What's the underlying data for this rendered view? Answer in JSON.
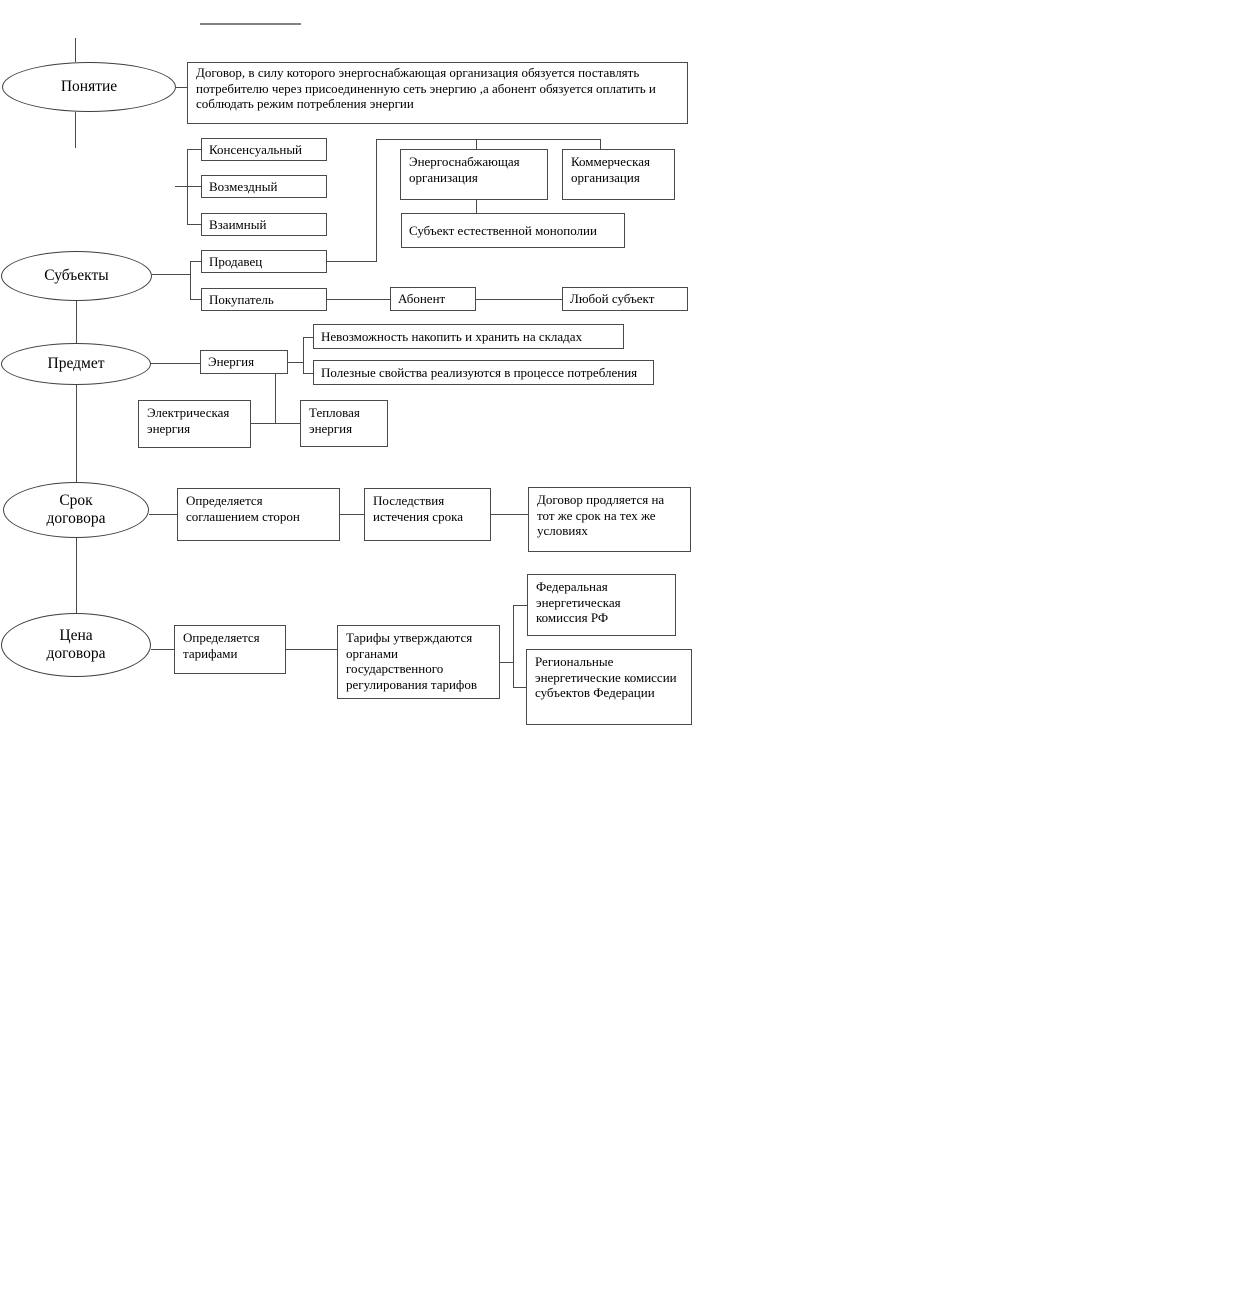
{
  "colors": {
    "background": "#ffffff",
    "line": "#4a4a4a",
    "top_rule": "#828282",
    "text": "#000000"
  },
  "nodes": {
    "concept": "Понятие",
    "definition": "Договор, в силу которого энергоснабжающая организация обязуется поставлять потребителю через присоединенную сеть энергию ,а абонент обязуется оплатить и соблюдать режим потребления энергии",
    "consensual": "Консенсуальный",
    "compensated": "Возмездный",
    "mutual": "Взаимный",
    "seller": "Продавец",
    "buyer": "Покупатель",
    "energy_supplying_org": "Энергоснабжающая организация",
    "commercial_org": "Коммерческая организация",
    "natural_monopoly": "Субъект естественной монополии",
    "subscriber": "Абонент",
    "any_subject": "Любой субъект",
    "subjects": "Субъекты",
    "subject_matter": "Предмет",
    "energy": "Энергия",
    "impossible_to_store": "Невозможность накопить и хранить на складах",
    "useful_properties": "Полезные свойства реализуются в процессе потребления",
    "electric_energy": "Электрическая энергия",
    "thermal_energy": "Тепловая энергия",
    "term": "Срок договора",
    "determined_by_agreement": "Определяется соглашением сторон",
    "expiry_consequences": "Последствия истечения срока",
    "contract_extended": "Договор продляется на тот же срок на тех же условиях",
    "price": "Цена договора",
    "determined_by_tariffs": "Определяется тарифами",
    "tariffs_approved": "Тарифы утверждаются органами государственного регулирования тарифов",
    "federal_commission": "Федеральная энергетическая комиссия РФ",
    "regional_commissions": "Региональные энергетические комиссии субъектов Федерации"
  }
}
